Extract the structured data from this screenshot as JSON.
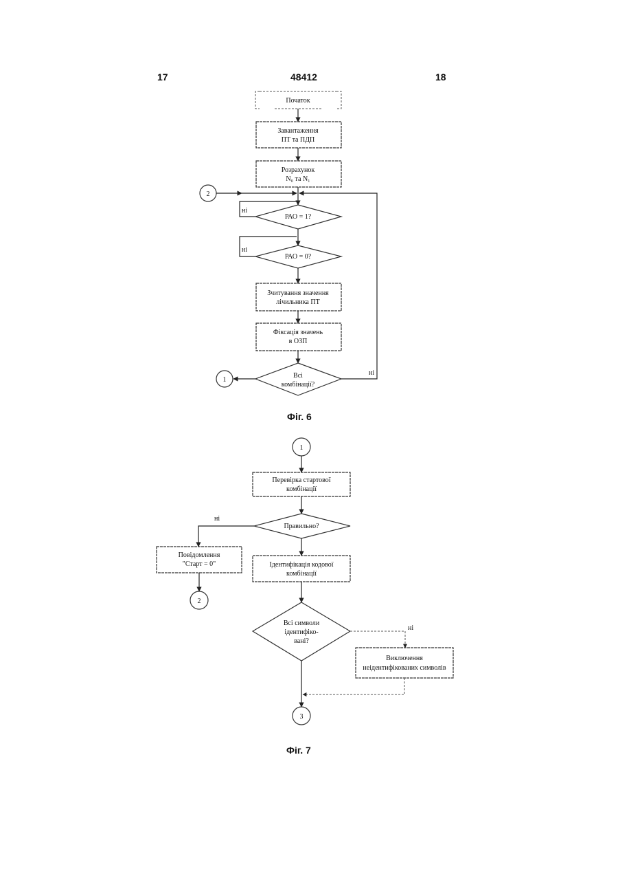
{
  "header": {
    "left": "17",
    "center": "48412",
    "right": "18"
  },
  "fig6": {
    "caption": "Фіг. 6",
    "start": "Початок",
    "box1": [
      "Завантаження",
      "ПТ та ПДП"
    ],
    "box2": [
      "Розрахунок",
      "N₀ та N₁"
    ],
    "decision1": "РАО = 1?",
    "decision2": "РАО = 0?",
    "box3": [
      "Зчитування значення",
      "лічильника ПТ"
    ],
    "box4": [
      "Фіксація значень",
      "в ОЗП"
    ],
    "decision3": [
      "Всі",
      "комбінації?"
    ],
    "no_label": "ні",
    "connector_in": "2",
    "connector_out": "1"
  },
  "fig7": {
    "caption": "Фіг. 7",
    "connector_in": "1",
    "box1": [
      "Перевірка стартової",
      "комбінації"
    ],
    "decision1": "Правильно?",
    "box_left": [
      "Повідомлення",
      "\"Старт = 0\""
    ],
    "box2": [
      "Ідентифікація кодової",
      "комбінації"
    ],
    "decision2": [
      "Всі символи",
      "ідентифіко-",
      "вані?"
    ],
    "box3": [
      "Виключення",
      "неідентифікованих символів"
    ],
    "no_label": "ні",
    "connector_left": "2",
    "connector_out": "3"
  }
}
